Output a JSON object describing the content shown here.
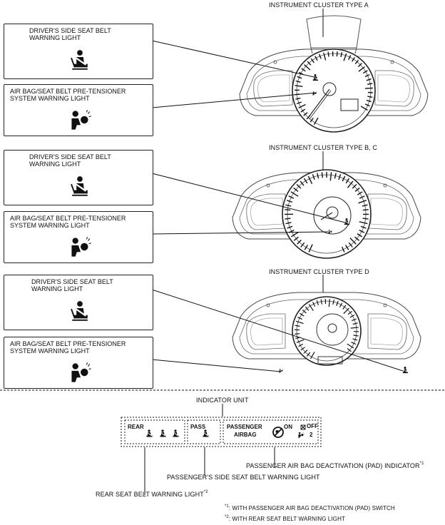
{
  "clusters": [
    {
      "label": "INSTRUMENT CLUSTER TYPE A"
    },
    {
      "label": "INSTRUMENT CLUSTER TYPE B, C"
    },
    {
      "label": "INSTRUMENT CLUSTER TYPE D"
    }
  ],
  "callouts": {
    "driver_belt": "DRIVER'S SIDE SEAT BELT\nWARNING LIGHT",
    "airbag": "AIR BAG/SEAT BELT PRE-TENSIONER\nSYSTEM WARNING LIGHT"
  },
  "indicator_unit": {
    "title": "INDICATOR UNIT",
    "rear": "REAR",
    "pass": "PASS",
    "passenger_line1": "PASSENGER",
    "passenger_line2": "AIRBAG",
    "on": "ON",
    "off": "OFF",
    "two": "2"
  },
  "indicator_labels": {
    "pad": "PASSENGER AIR BAG DEACTIVATION (PAD) INDICATOR",
    "pad_mark": "*1",
    "pass_belt": "PASSENGER'S SIDE SEAT BELT WARNING LIGHT",
    "rear_belt": "REAR SEAT BELT WARNING LIGHT",
    "rear_mark": "*2"
  },
  "footnotes": [
    {
      "mark": "*1",
      "text": ": WITH PASSENGER AIR BAG DEACTIVATION (PAD) SWITCH"
    },
    {
      "mark": "*2",
      "text": ": WITH REAR SEAT BELT WARNING LIGHT"
    }
  ]
}
